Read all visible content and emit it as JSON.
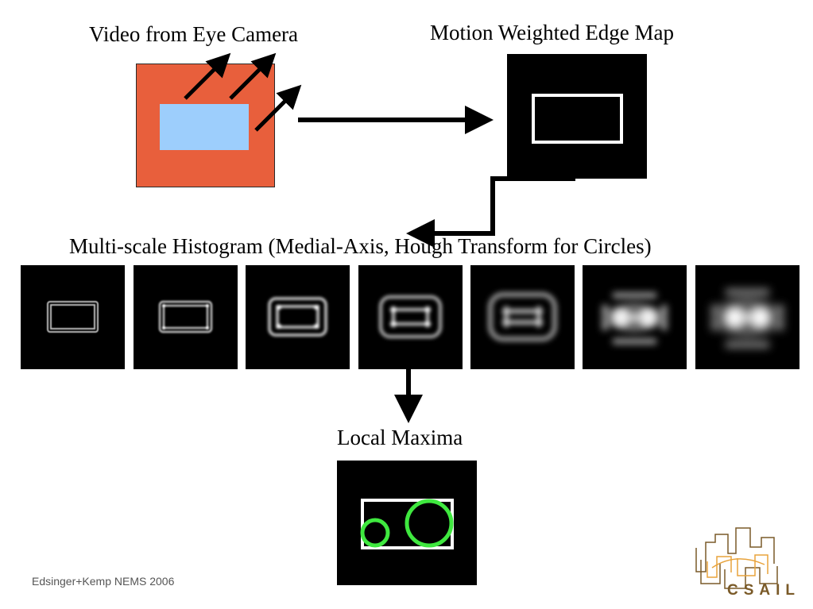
{
  "labels": {
    "video": "Video from Eye Camera",
    "edge_map": "Motion Weighted Edge Map",
    "histogram": "Multi-scale Histogram (Medial-Axis, Hough Transform for Circles)",
    "local_maxima": "Local Maxima"
  },
  "footer": "Edsinger+Kemp NEMS 2006",
  "logo": {
    "text": "CSAIL",
    "color": "#7a5a28",
    "accent": "#e8a33c"
  },
  "colors": {
    "camera_frame": "#e85f3c",
    "camera_object": "#9dcefc",
    "maxima_circles": "#3fe83f"
  },
  "icons": [
    "motion-arrow-icon",
    "flow-arrow-icon",
    "csail-logo-icon"
  ]
}
